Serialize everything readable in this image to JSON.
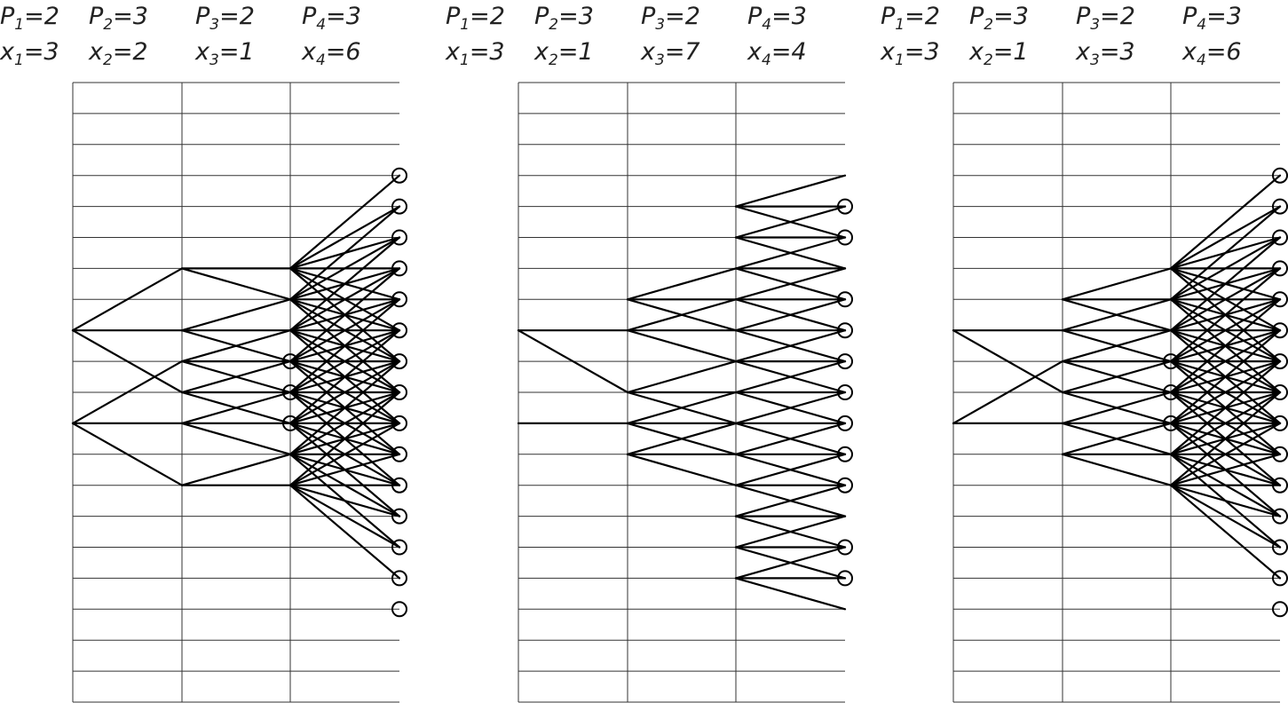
{
  "colors": {
    "ink": "#000000",
    "grid": "#333333",
    "background": "#ffffff"
  },
  "diagrams": [
    {
      "id": "diagram-1",
      "params": [
        {
          "p_label": "P",
          "p_sub": "1",
          "p_value": "=2",
          "x_label": "x",
          "x_sub": "1",
          "x_value": "=3"
        },
        {
          "p_label": "P",
          "p_sub": "2",
          "p_value": "=3",
          "x_label": "x",
          "x_sub": "2",
          "x_value": "=2"
        },
        {
          "p_label": "P",
          "p_sub": "3",
          "p_value": "=2",
          "x_label": "x",
          "x_sub": "3",
          "x_value": "=1"
        },
        {
          "p_label": "P",
          "p_sub": "4",
          "p_value": "=3",
          "x_label": "x",
          "x_sub": "4",
          "x_value": "=6"
        }
      ],
      "levels": [
        {
          "col": 0,
          "rows": [
            8,
            11
          ]
        },
        {
          "col": 1,
          "rows": [
            6,
            8,
            9,
            10,
            11,
            13
          ]
        },
        {
          "col": 2,
          "rows": [
            6,
            7,
            8,
            9,
            10,
            11,
            12,
            13
          ]
        }
      ],
      "fan_span": 3,
      "node_circles": {
        "col": 2,
        "rows": [
          9,
          10,
          11
        ]
      },
      "leaf_circles": [
        3,
        4,
        5,
        6,
        7,
        8,
        9,
        10,
        11,
        12,
        13,
        14,
        15,
        16,
        17
      ]
    },
    {
      "id": "diagram-2",
      "params": [
        {
          "p_label": "P",
          "p_sub": "1",
          "p_value": "=2",
          "x_label": "x",
          "x_sub": "1",
          "x_value": "=3"
        },
        {
          "p_label": "P",
          "p_sub": "2",
          "p_value": "=3",
          "x_label": "x",
          "x_sub": "2",
          "x_value": "=1"
        },
        {
          "p_label": "P",
          "p_sub": "3",
          "p_value": "=2",
          "x_label": "x",
          "x_sub": "3",
          "x_value": "=7"
        },
        {
          "p_label": "P",
          "p_sub": "4",
          "p_value": "=3",
          "x_label": "x",
          "x_sub": "4",
          "x_value": "=4"
        }
      ],
      "levels": [
        {
          "col": 0,
          "rows": [
            8,
            11
          ]
        },
        {
          "col": 1,
          "rows": [
            7,
            8,
            10,
            11,
            12
          ]
        },
        {
          "col": 2,
          "rows": [
            4,
            5,
            6,
            7,
            8,
            9,
            10,
            11,
            12,
            13,
            14,
            15,
            16
          ]
        }
      ],
      "fan_span": 1,
      "node_circles": {
        "col": 2,
        "rows": []
      },
      "leaf_circles": [
        4,
        5,
        7,
        8,
        9,
        10,
        11,
        12,
        13,
        15,
        16
      ]
    },
    {
      "id": "diagram-3",
      "params": [
        {
          "p_label": "P",
          "p_sub": "1",
          "p_value": "=2",
          "x_label": "x",
          "x_sub": "1",
          "x_value": "=3"
        },
        {
          "p_label": "P",
          "p_sub": "2",
          "p_value": "=3",
          "x_label": "x",
          "x_sub": "2",
          "x_value": "=1"
        },
        {
          "p_label": "P",
          "p_sub": "3",
          "p_value": "=2",
          "x_label": "x",
          "x_sub": "3",
          "x_value": "=3"
        },
        {
          "p_label": "P",
          "p_sub": "4",
          "p_value": "=3",
          "x_label": "x",
          "x_sub": "4",
          "x_value": "=6"
        }
      ],
      "levels": [
        {
          "col": 0,
          "rows": [
            8,
            11
          ]
        },
        {
          "col": 1,
          "rows": [
            7,
            8,
            9,
            10,
            11,
            12
          ]
        },
        {
          "col": 2,
          "rows": [
            6,
            7,
            8,
            9,
            10,
            11,
            12,
            13
          ]
        }
      ],
      "fan_span": 3,
      "node_circles": {
        "col": 2,
        "rows": [
          9,
          10,
          11
        ]
      },
      "leaf_circles": [
        3,
        4,
        5,
        6,
        7,
        8,
        9,
        10,
        11,
        12,
        13,
        14,
        15,
        16,
        17
      ]
    }
  ]
}
